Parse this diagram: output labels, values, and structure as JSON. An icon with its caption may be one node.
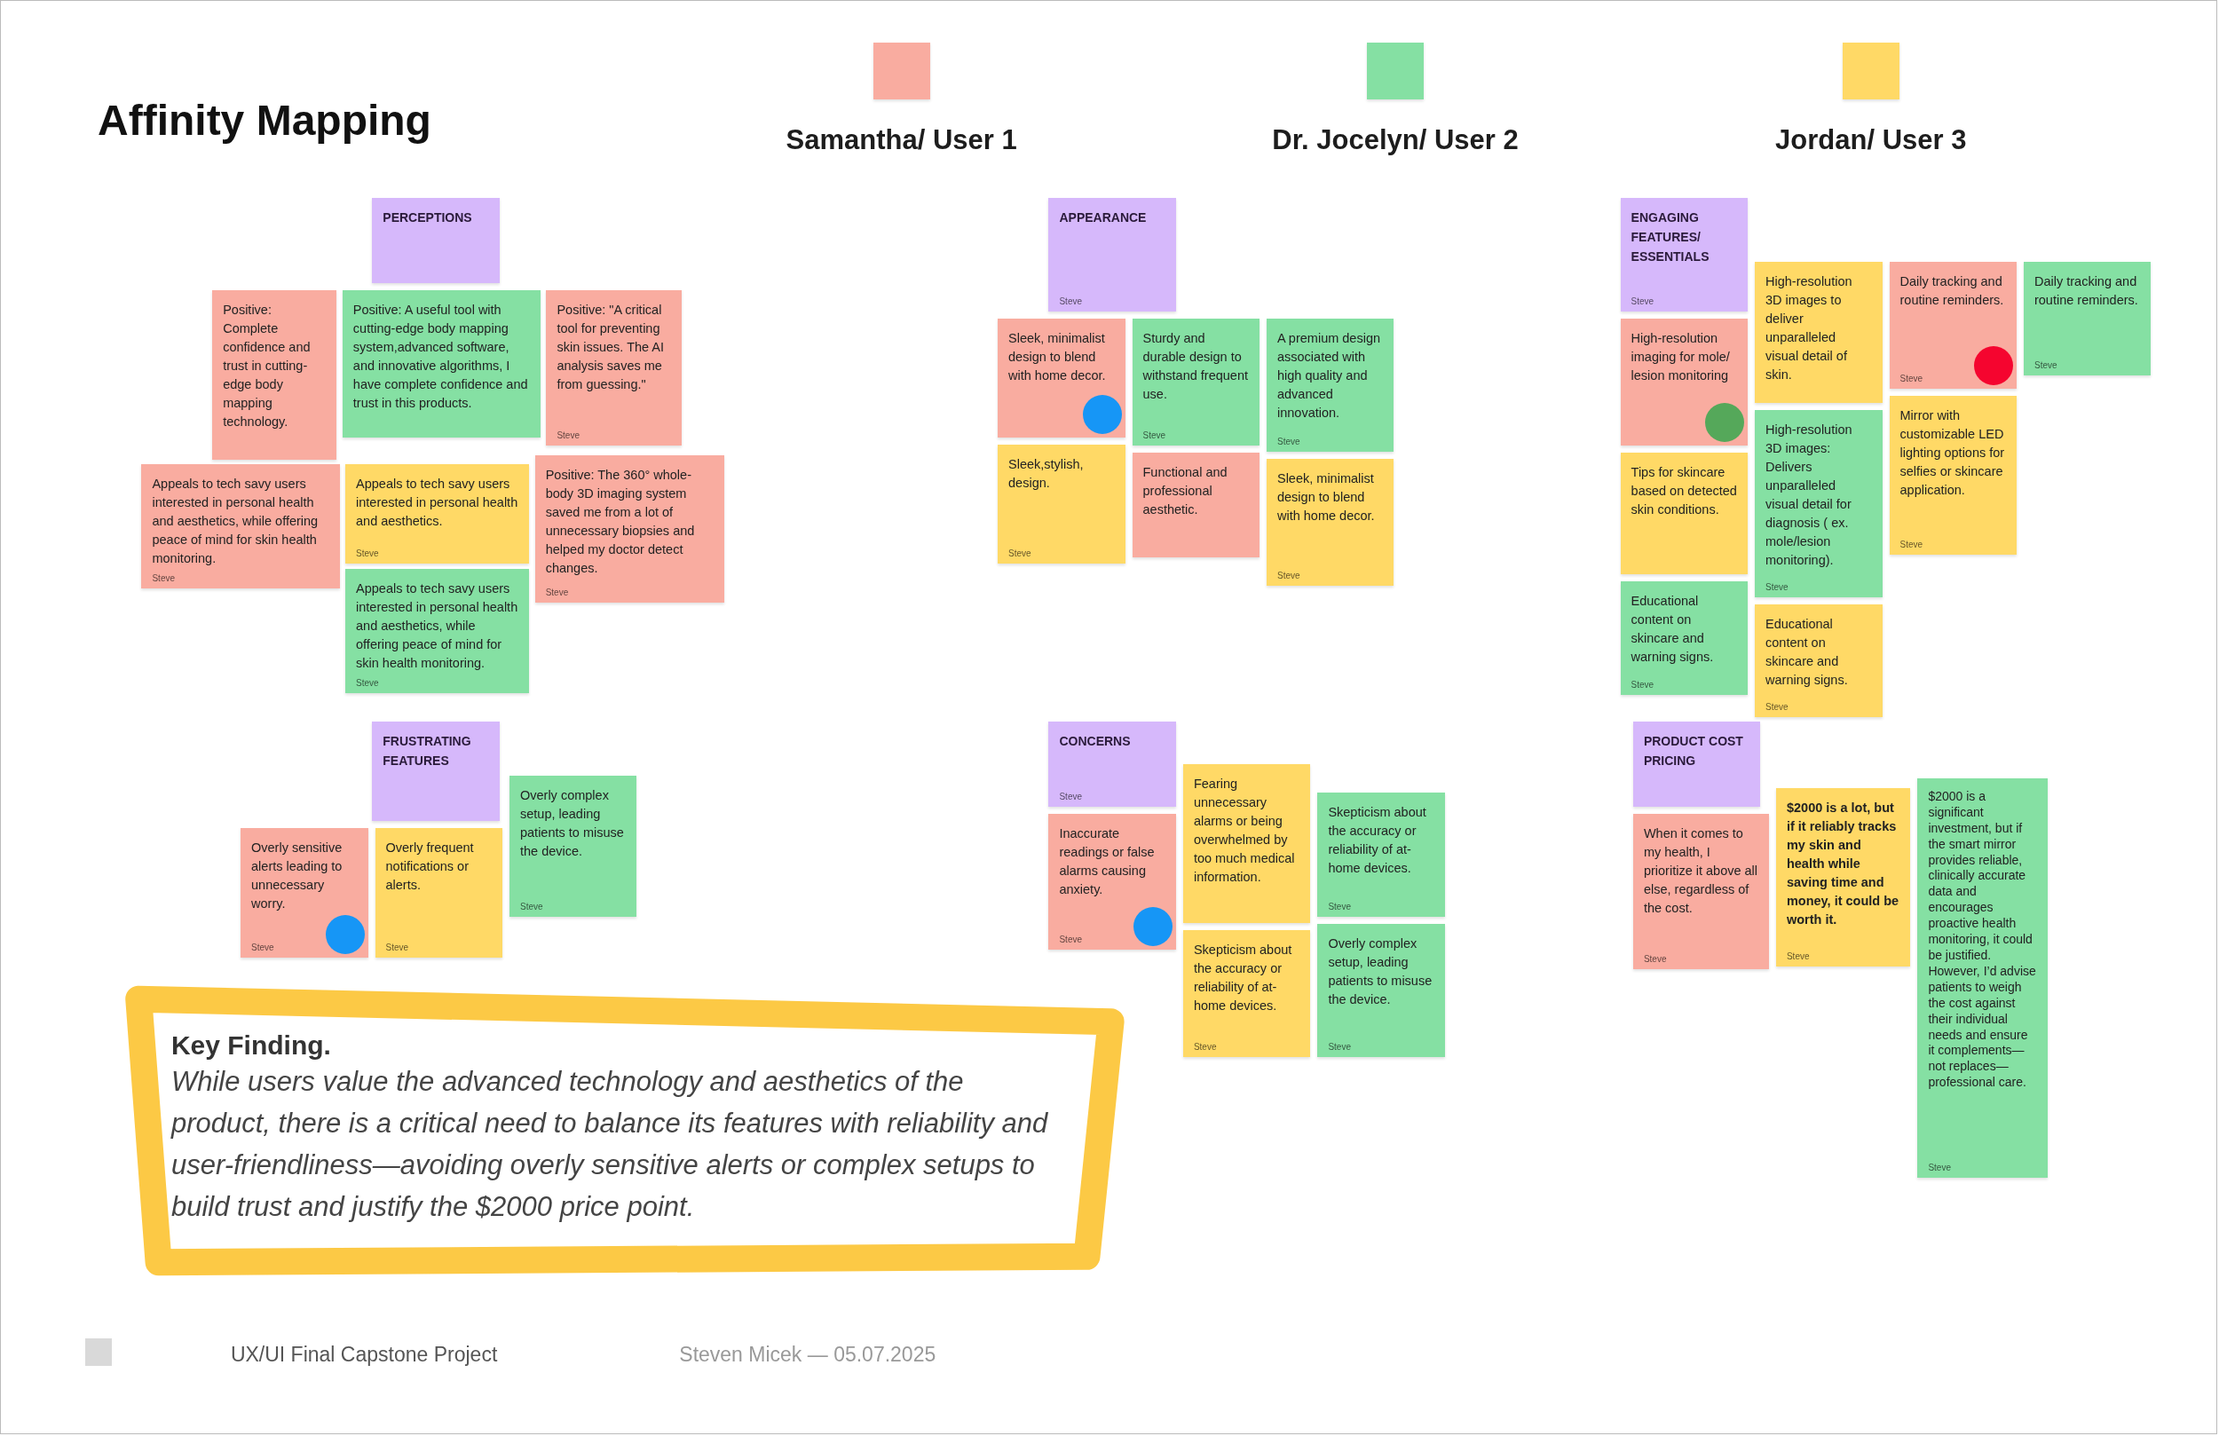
{
  "diagram": {
    "title": "Affinity Mapping",
    "nodes": [
      {
        "text": [
          "PERCEPTIONS"
        ]
      },
      {
        "text": [
          "Positive: Complete confidence and trust in cutting-edge body mapping technology."
        ]
      },
      {
        "text": [
          "Positive: A useful tool with cutting-edge body mapping system,advanced software, and innovative algorithms, I have complete confidence and trust in this products."
        ]
      },
      {
        "text": [
          "Positive: \"A critical tool for preventing skin issues. The AI analysis saves me from guessing.\"",
          "Steve"
        ]
      },
      {
        "text": [
          "Appeals to tech savy users interested in personal health and aesthetics, while offering peace of mind for skin health monitoring.",
          "Steve"
        ]
      },
      {
        "text": [
          "Appeals to tech savy users interested in personal health and aesthetics.",
          "Steve"
        ]
      },
      {
        "text": [
          "Appeals to tech savy users interested in personal health and aesthetics, while offering peace of mind for skin health monitoring.",
          "Steve"
        ]
      },
      {
        "text": [
          "Positive: The 360° whole-body 3D imaging system saved me from a lot of unnecessary biopsies and helped my doctor detect changes.",
          "Steve"
        ]
      },
      {
        "text": [
          "APPEARANCE",
          "Steve"
        ]
      },
      {
        "text": [
          "Sleek, minimalist design to blend with home decor."
        ]
      },
      {
        "text": [
          "Sturdy and durable design to withstand frequent use.",
          "Steve"
        ]
      },
      {
        "text": [
          "A premium design associated with high quality and advanced innovation.",
          "Steve"
        ]
      },
      {
        "text": [
          "Sleek,stylish, design.",
          "Steve"
        ]
      },
      {
        "text": [
          "Functional and professional aesthetic."
        ]
      },
      {
        "text": [
          "Sleek, minimalist design to blend with home decor.",
          "Steve"
        ]
      },
      {
        "text": [
          "ENGAGING FEATURES/ ESSENTIALS",
          "Steve"
        ]
      },
      {
        "text": [
          "High-resolution imaging for mole/ lesion monitoring"
        ]
      },
      {
        "text": [
          "High-resolution 3D images to deliver unparalleled visual detail of skin."
        ]
      },
      {
        "text": [
          "Daily tracking and routine reminders.",
          "Steve"
        ]
      },
      {
        "text": [
          "Daily tracking and routine reminders.",
          "Steve"
        ]
      },
      {
        "text": [
          "Tips for skincare based on detected skin conditions."
        ]
      },
      {
        "text": [
          "High-resolution 3D images: Delivers unparalleled visual detail for diagnosis ( ex. mole/lesion monitoring).",
          "Steve"
        ]
      },
      {
        "text": [
          "Mirror with customizable LED lighting options for selfies or skincare application.",
          "Steve"
        ]
      },
      {
        "text": [
          "Educational content on skincare and warning signs.",
          "Steve"
        ]
      },
      {
        "text": [
          "Educational content on skincare and warning signs.",
          "Steve"
        ]
      },
      {
        "text": [
          "FRUSTRATING FEATURES"
        ]
      },
      {
        "text": [
          "Overly sensitive alerts leading to unnecessary worry.",
          "Steve"
        ]
      },
      {
        "text": [
          "Overly frequent notifications or alerts.",
          "Steve"
        ]
      },
      {
        "text": [
          "Overly complex setup, leading patients to misuse the device.",
          "Steve"
        ]
      },
      {
        "text": [
          "CONCERNS",
          "Steve"
        ]
      },
      {
        "text": [
          "Inaccurate readings or false alarms causing anxiety.",
          "Steve"
        ]
      },
      {
        "text": [
          "Fearing unnecessary alarms or being overwhelmed by too much medical information."
        ]
      },
      {
        "text": [
          "Skepticism about the accuracy or reliability of at-home devices.",
          "Steve"
        ]
      },
      {
        "text": [
          "Overly complex setup, leading patients to misuse the device.",
          "Steve"
        ]
      },
      {
        "text": [
          "Skepticism about the accuracy or reliability of at-home devices.",
          "Steve"
        ]
      },
      {
        "text": [
          "PRODUCT COST PRICING"
        ]
      },
      {
        "text": [
          "When it comes to my health, I prioritize it above all else, regardless of the cost.",
          "Steve"
        ]
      },
      {
        "text": [
          "$2000 is a lot, but if it reliably tracks my skin and health while saving time and money, it could be worth it.",
          "Steve"
        ]
      },
      {
        "text": [
          "$2000 is a significant investment, but if the smart mirror provides reliable, clinically accurate data and encourages proactive health monitoring, it could be justified. However, I’d advise patients to weigh the cost against their individual needs and ensure it complements—not replaces—professional care.",
          "Steve"
        ]
      }
    ],
    "labels": [
      "Key Finding.",
      "While users value the advanced technology and aesthetics of the product, there is a critical need to balance its features with reliability and user-friendliness—avoiding overly sensitive alerts or complex setups to build trust and justify the $2000 price point.",
      "UX/UI Final Capstone Project",
      "Steven Micek — 05.07.2025"
    ],
    "legend": [
      {
        "text": "Samantha/ User 1",
        "color": "#f9aca0"
      },
      {
        "text": "Dr. Jocelyn/ User 2",
        "color": "#85e0a3"
      },
      {
        "text": "Jordan/ User 3",
        "color": "#ffd966"
      }
    ]
  }
}
